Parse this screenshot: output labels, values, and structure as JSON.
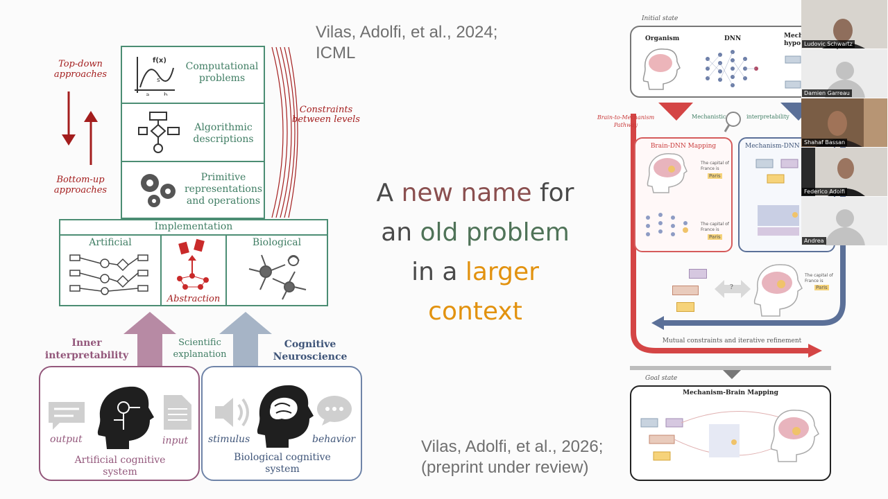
{
  "slide": {
    "headline_parts": [
      {
        "text": "A ",
        "color": "#4a4a4a"
      },
      {
        "text": "new name",
        "color": "#8a4f4f"
      },
      {
        "text": " for",
        "color": "#4a4a4a"
      },
      {
        "text": "an ",
        "color": "#4a4a4a"
      },
      {
        "text": "old problem",
        "color": "#4f7358"
      },
      {
        "text": "in a ",
        "color": "#4a4a4a"
      },
      {
        "text": "larger",
        "color": "#e2920f"
      },
      {
        "text": "context",
        "color": "#e2920f"
      }
    ],
    "citation_top": {
      "line1": "Vilas, Adolfi, et al., 2024;",
      "line2": "ICML"
    },
    "citation_bottom": {
      "line1": "Vilas, Adolfi, et al., 2026;",
      "line2": "(preprint under review)"
    }
  },
  "left_figure": {
    "top_down": "Top-down approaches",
    "bottom_up": "Bottom-up approaches",
    "constraints": "Constraints between levels",
    "levels": {
      "computational": "Computational problems",
      "algorithmic": "Algorithmic descriptions",
      "primitive": "Primitive representations and operations"
    },
    "implementation": "Implementation",
    "artificial": "Artificial",
    "biological": "Biological",
    "abstraction": "Abstraction",
    "inner_interpretability": "Inner interpretability",
    "scientific_explanation": "Scientific explanation",
    "cognitive_neuroscience": "Cognitive Neuroscience",
    "output": "output",
    "input": "input",
    "stimulus": "stimulus",
    "behavior": "behavior",
    "artificial_system": "Artificial cognitive system",
    "biological_system": "Biological cognitive system",
    "icon_formula": "f(x)"
  },
  "right_figure": {
    "initial_state": "Initial state",
    "organism": "Organism",
    "dnn": "DNN",
    "mech_hypo_partial": "Mech hypo",
    "brain_to_mechanism": "Brain-to-Mechanism Pathway",
    "mechanistic": "Mechanistic",
    "interpretability": "interpretability",
    "brain_dnn_mapping": "Brain-DNN Mapping",
    "mechanism_dnn_partial": "Mechanism-DNN",
    "capital_text": "The capital of France is",
    "paris": "Paris",
    "question": "?",
    "mutual_constraints": "Mutual constraints and iterative refinement",
    "goal_state": "Goal state",
    "mechanism_brain_mapping": "Mechanism-Brain Mapping"
  },
  "participants": [
    {
      "name": "Ludovic Schwartz",
      "video": true
    },
    {
      "name": "Damien Garreau",
      "video": false
    },
    {
      "name": "Shahaf Bassan",
      "video": true
    },
    {
      "name": "Federico Adolfi",
      "video": true
    },
    {
      "name": "Andrea",
      "video": false
    }
  ]
}
